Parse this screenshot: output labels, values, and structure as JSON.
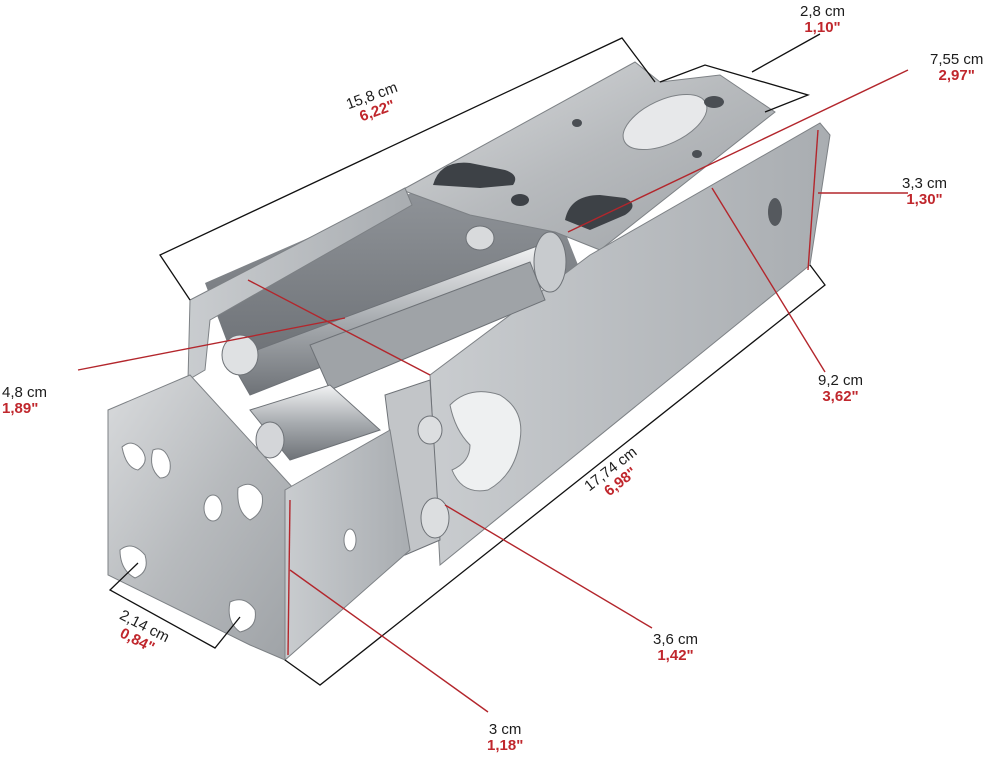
{
  "measurements": {
    "length_top": {
      "cm": "15,8 cm",
      "inch": "6,22\""
    },
    "tab_width": {
      "cm": "2,8 cm",
      "inch": "1,10\""
    },
    "diagonal_top": {
      "cm": "7,55 cm",
      "inch": "2,97\""
    },
    "side_height": {
      "cm": "3,3 cm",
      "inch": "1,30\""
    },
    "inner_width": {
      "cm": "4,8 cm",
      "inch": "1,89\""
    },
    "diagonal_mid": {
      "cm": "9,2 cm",
      "inch": "3,62\""
    },
    "length_bottom": {
      "cm": "17,74 cm",
      "inch": "6,98\""
    },
    "pivot_offset": {
      "cm": "3,6 cm",
      "inch": "1,42\""
    },
    "front_width": {
      "cm": "2,14 cm",
      "inch": "0,84\""
    },
    "front_height": {
      "cm": "3 cm",
      "inch": "1,18\""
    }
  },
  "colors": {
    "dimension_line": "#111111",
    "leader_line": "#b3262c",
    "metal": "#b9bcbf"
  }
}
